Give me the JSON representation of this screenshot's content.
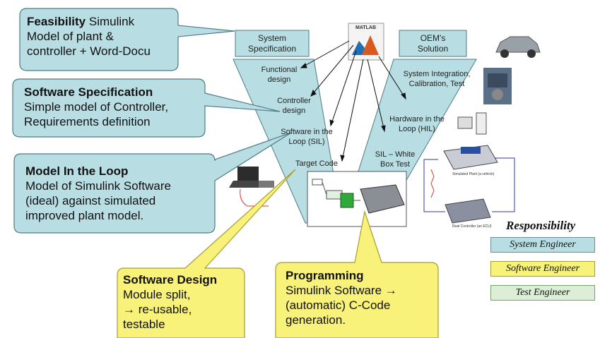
{
  "callouts": {
    "feasibility": {
      "title": "Feasibility",
      "line1": " Simulink",
      "line2": "Model of plant &",
      "line3": "controller + Word-Docu"
    },
    "software_spec": {
      "title": "Software Specification",
      "line1": "Simple model of Controller,",
      "line2": "Requirements definition"
    },
    "model_in_loop": {
      "title": "Model In the Loop",
      "line1": "Model of Simulink Software",
      "line2": "(ideal) against simulated",
      "line3": "improved plant model."
    },
    "software_design": {
      "title": "Software Design",
      "line1": "Module split,",
      "line2": "→ re-usable,",
      "line3": "testable"
    },
    "programming": {
      "title": "Programming",
      "line1": "Simulink Software →",
      "line2": "(automatic) C-Code",
      "line3": "generation."
    }
  },
  "v_model": {
    "system_spec": [
      "System",
      "Specification"
    ],
    "oem_solution": [
      "OEM's",
      "Solution"
    ],
    "functional_design": [
      "Functional",
      "design"
    ],
    "controller_design": [
      "Controller",
      "design"
    ],
    "software_in_loop": [
      "Software in the",
      "Loop (SIL)"
    ],
    "target_code": "Target Code",
    "system_integration": [
      "System Integration,",
      "Calibration, Test"
    ],
    "hardware_in_loop": [
      "Hardware in the",
      "Loop (HIL)"
    ],
    "sil_white_box": [
      "SIL – White",
      "Box Test"
    ]
  },
  "matlab_logo": "MATLAB",
  "hil_labels": {
    "simulated_plant": "Simulated Plant (a vehicle)",
    "real_controller": "Real Controller (an ECU)"
  },
  "responsibility": {
    "title": "Responsibility",
    "items": [
      {
        "label": "System Engineer",
        "color": "#b8dde3"
      },
      {
        "label": "Software Engineer",
        "color": "#f6f27a"
      },
      {
        "label": "Test Engineer",
        "color": "#dcefd6"
      }
    ]
  },
  "colors": {
    "blue_fill": "#b8dde3",
    "blue_stroke": "#4e7c86",
    "yellow_fill": "#f8f27a",
    "yellow_stroke": "#a79d2e"
  }
}
